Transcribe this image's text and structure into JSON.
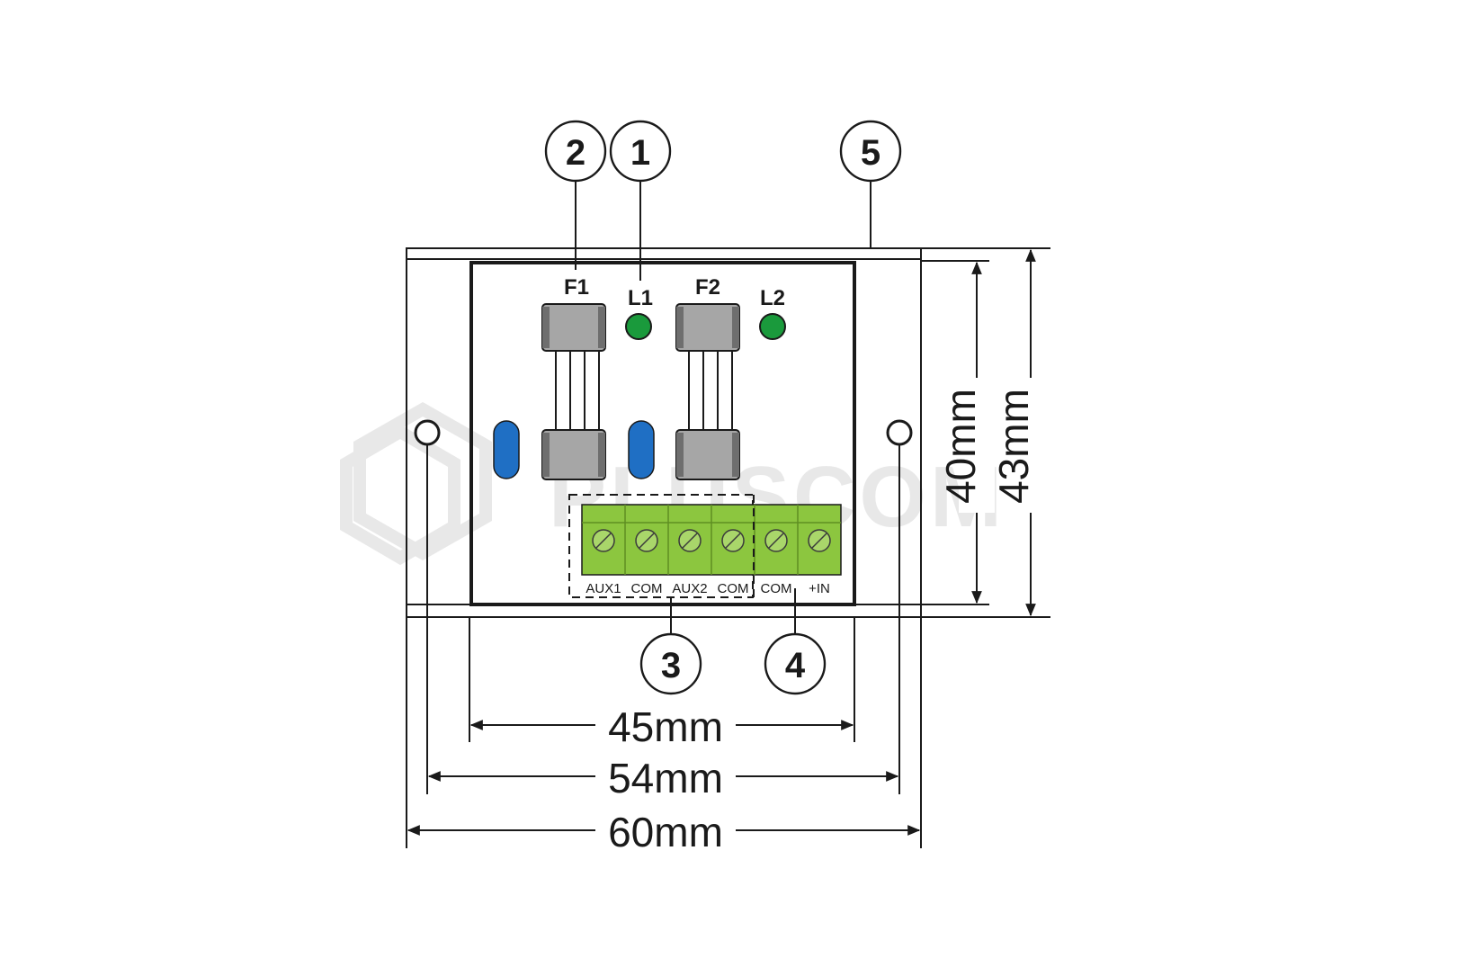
{
  "watermark": {
    "text": "PLUSCOM"
  },
  "callouts": [
    "1",
    "2",
    "3",
    "4",
    "5"
  ],
  "fuses": [
    "F1",
    "F2"
  ],
  "leds": [
    "L1",
    "L2"
  ],
  "terminals": [
    "AUX1",
    "COM",
    "AUX2",
    "COM",
    "COM",
    "+IN"
  ],
  "dimensions": {
    "width_inner": "45mm",
    "width_mount": "54mm",
    "width_outer": "60mm",
    "height_inner": "40mm",
    "height_outer": "43mm"
  },
  "colors": {
    "led": "#1a9a3c",
    "terminal_block": "#8cc63f",
    "jumper": "#1f6fc4",
    "fuse_cap": "#a6a6a6"
  }
}
